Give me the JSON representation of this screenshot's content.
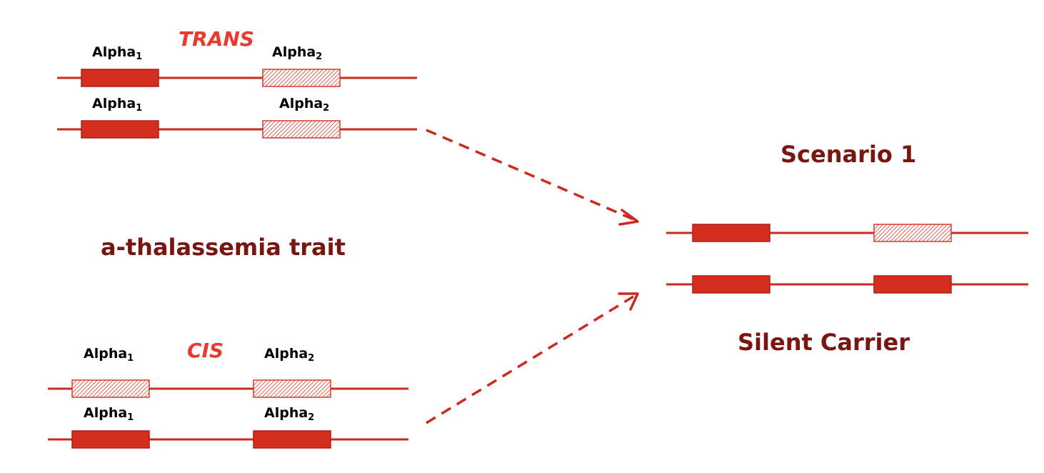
{
  "colors": {
    "line": "#cc2a1e",
    "box_solid": "#d42e1f",
    "box_edge": "#b01f14",
    "hatch": "#d63a2c",
    "title": "#7a1612",
    "config": "#e83a2e"
  },
  "labels": {
    "alpha": "Alpha",
    "sub1": "1",
    "sub2": "2",
    "trans": "TRANS",
    "cis": "CIS",
    "trait": "a-thalassemia trait",
    "scenario": "Scenario 1",
    "carrier": "Silent Carrier"
  },
  "chromosomes": {
    "trans_top": {
      "alpha1": "normal",
      "alpha2": "deleted"
    },
    "trans_bottom": {
      "alpha1": "normal",
      "alpha2": "deleted"
    },
    "cis_top": {
      "alpha1": "deleted",
      "alpha2": "deleted"
    },
    "cis_bottom": {
      "alpha1": "normal",
      "alpha2": "normal"
    },
    "result_top": {
      "alpha1": "normal",
      "alpha2": "deleted"
    },
    "result_bottom": {
      "alpha1": "normal",
      "alpha2": "normal"
    }
  }
}
